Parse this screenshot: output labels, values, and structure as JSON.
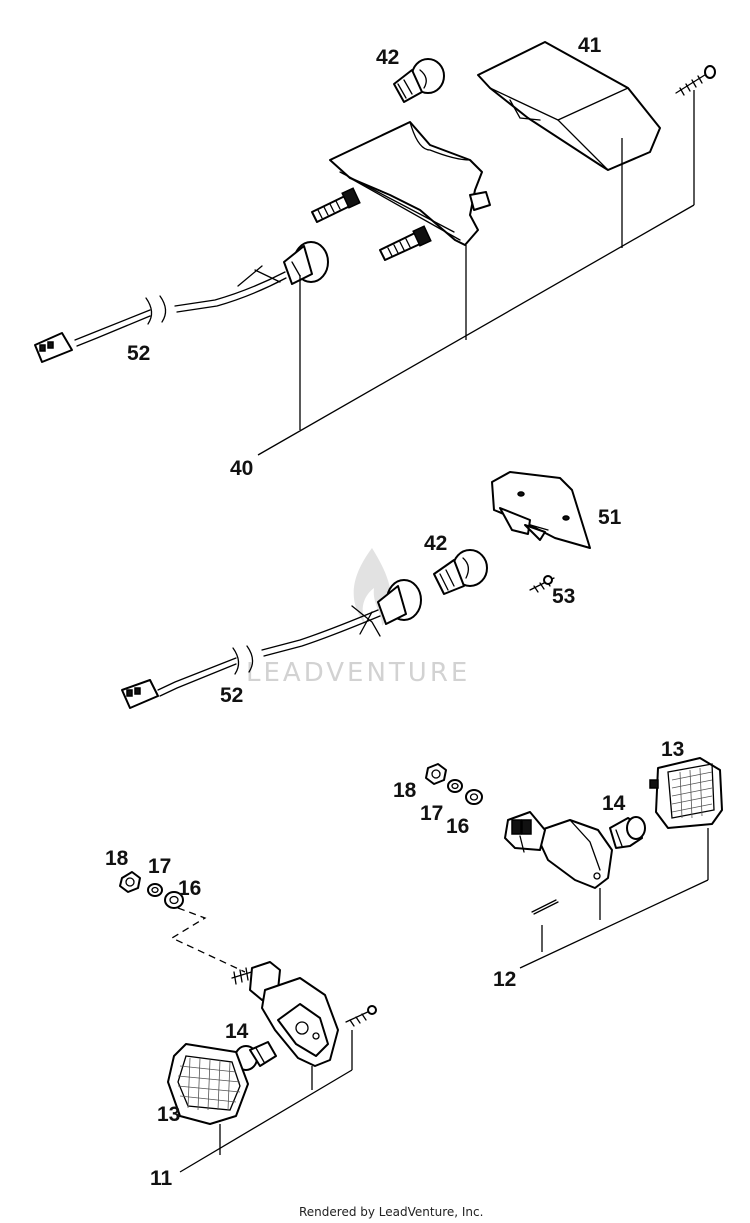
{
  "watermark": {
    "text": "LEADVENTURE"
  },
  "callouts": {
    "c41": "41",
    "c42_top": "42",
    "c52_top": "52",
    "c40": "40",
    "c51": "51",
    "c42_mid": "42",
    "c53": "53",
    "c52_mid": "52",
    "c13_right": "13",
    "c18_right": "18",
    "c14_right": "14",
    "c17_right": "17",
    "c16_right": "16",
    "c12": "12",
    "c18_left": "18",
    "c17_left": "17",
    "c16_left": "16",
    "c14_left": "14",
    "c13_left": "13",
    "c11": "11"
  },
  "footer": {
    "text": "Rendered by LeadVenture, Inc."
  }
}
